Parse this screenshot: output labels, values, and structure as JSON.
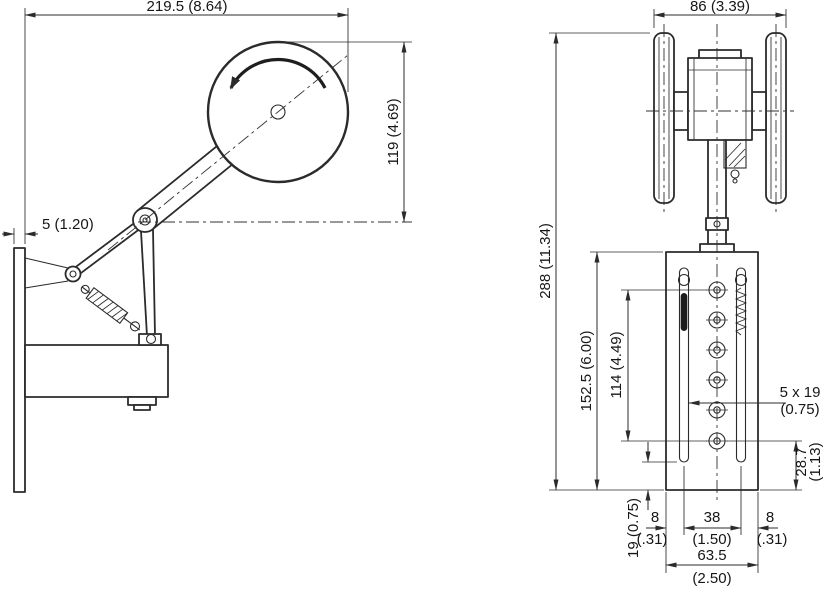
{
  "drawing": {
    "background": "#ffffff",
    "line_color": "#2b2b2b",
    "insert_fill": "#1c1c1c",
    "dimensions": {
      "side": {
        "overall_width": "219.5 (8.64)",
        "wheel_height": "119 (4.69)",
        "wall_offset": "5 (1.20)"
      },
      "front": {
        "roller_width": "86 (3.39)",
        "overall_height": "288 (11.34)",
        "plate_height": "152.5 (6.00)",
        "hole_span": "114 (4.49)",
        "slot_size_mm": "5 x 19",
        "slot_size_in": "(0.75)",
        "bottom_hole_offset_mm": "28.7",
        "bottom_hole_offset_in": "(1.13)",
        "slot_spacing_mm": "38",
        "slot_spacing_in": "(1.50)",
        "edge_left_mm": "8",
        "edge_left_in": "(.31)",
        "edge_right_mm": "8",
        "edge_right_in": "(.31)",
        "plate_width_mm": "63.5",
        "plate_width_in": "(2.50)",
        "slot_end_offset": "19 (0.75)"
      }
    }
  }
}
